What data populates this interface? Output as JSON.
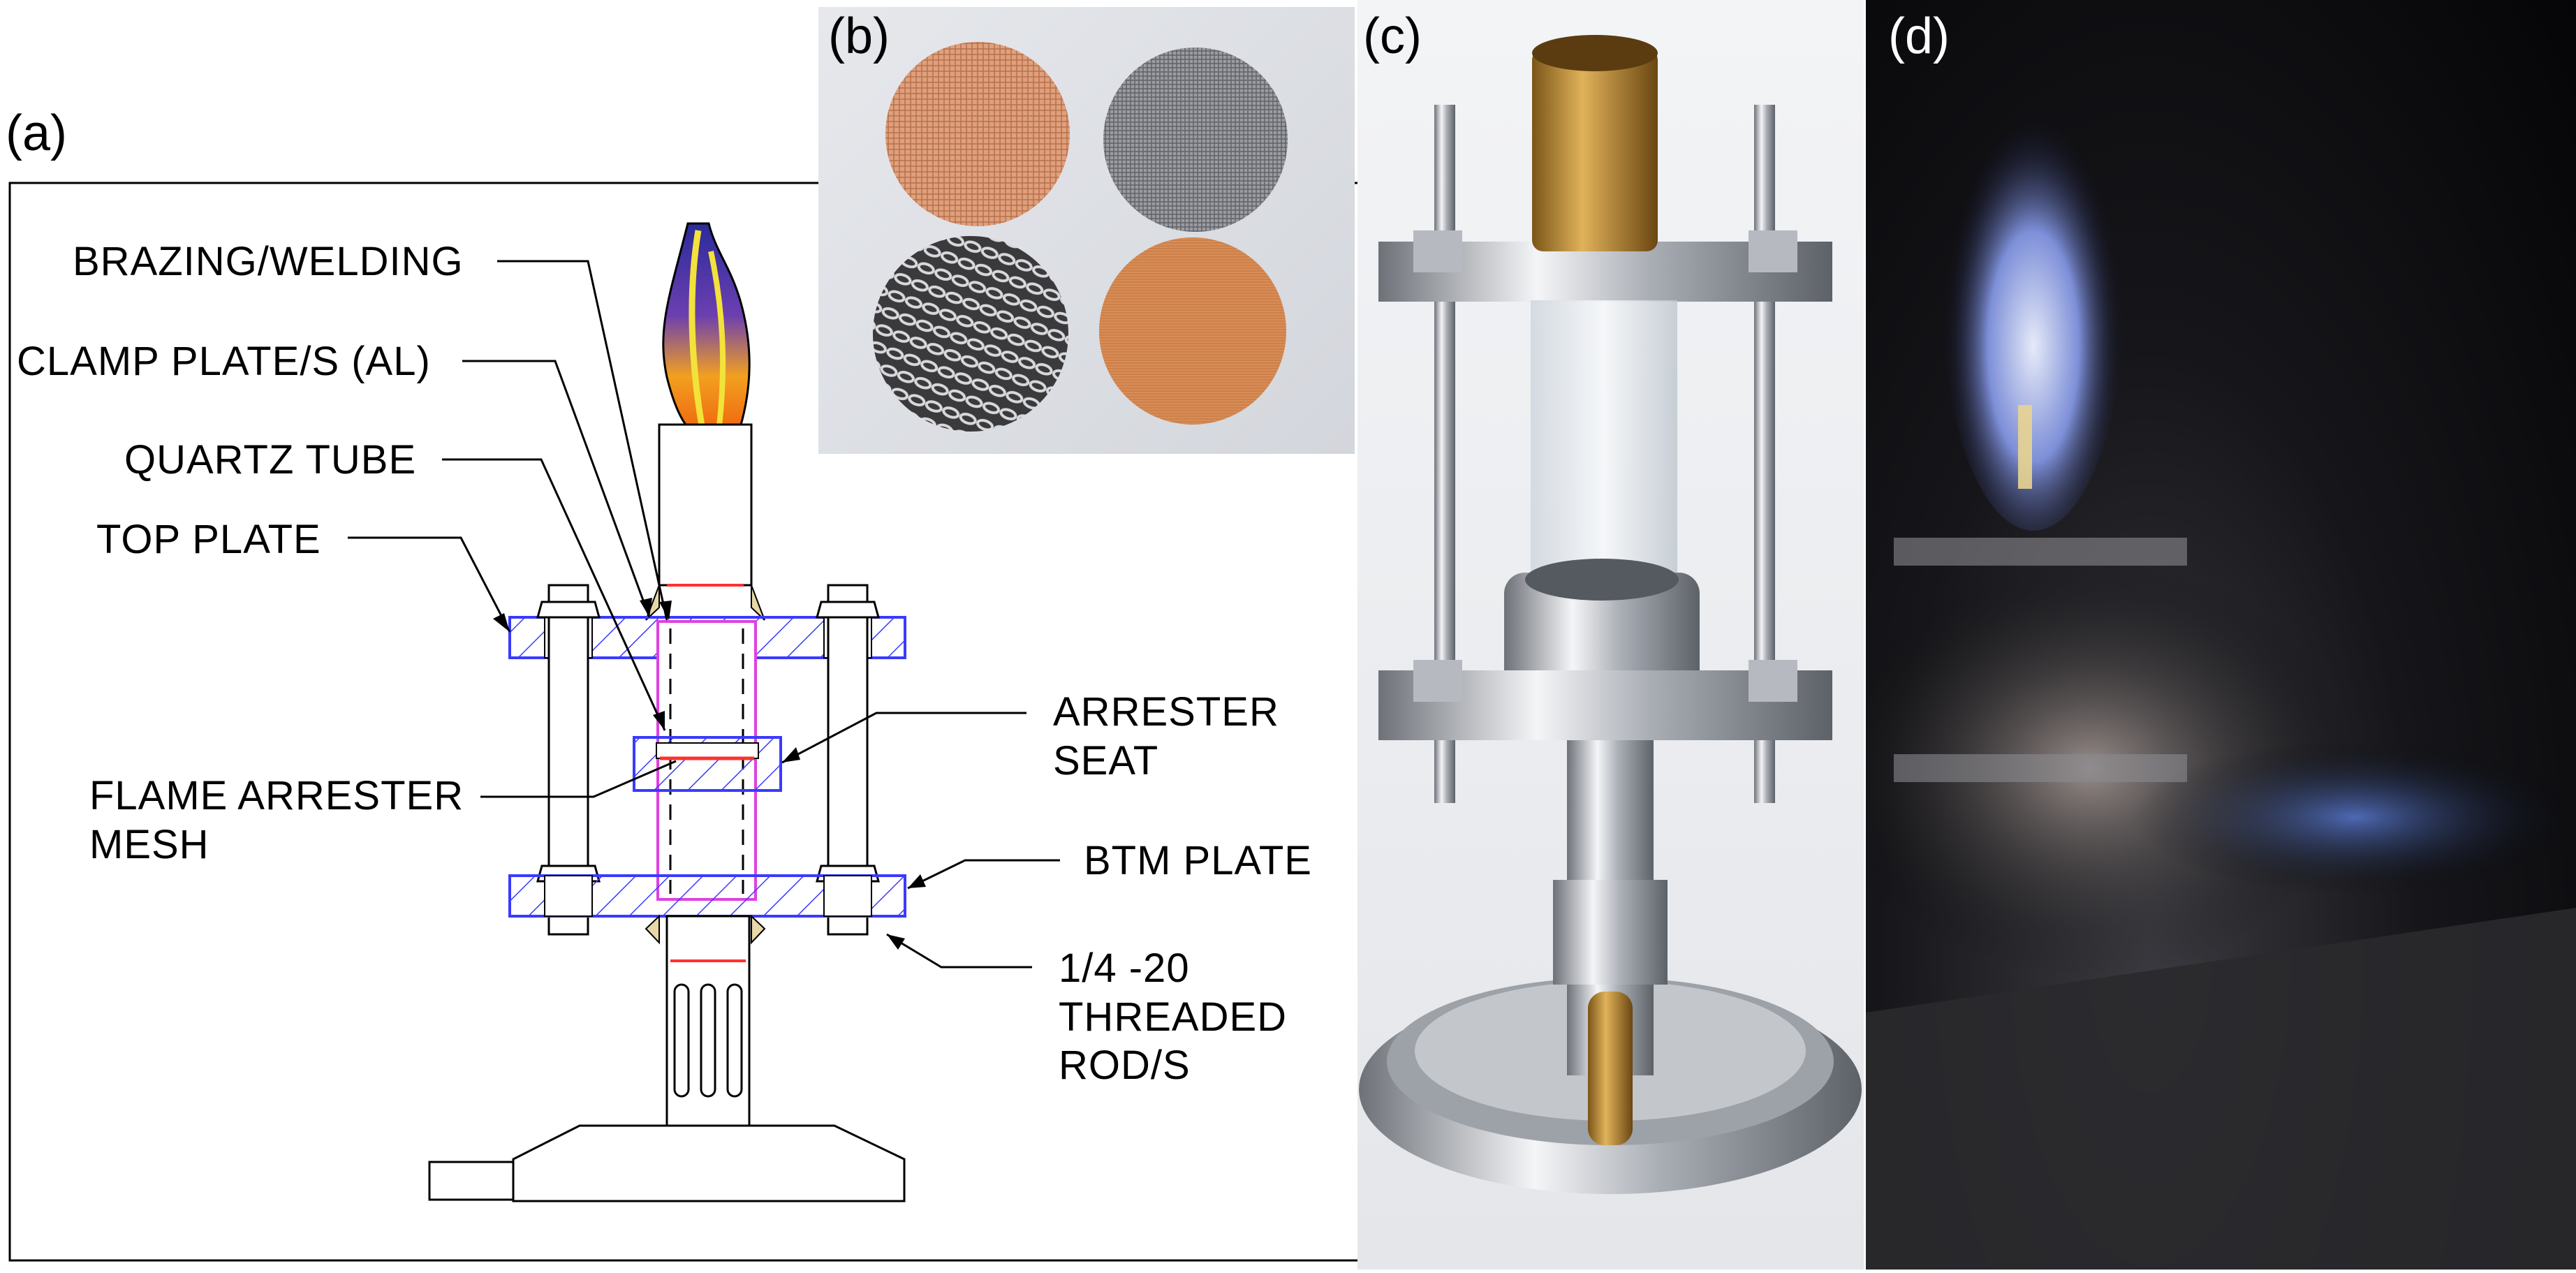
{
  "panels": {
    "a": {
      "label": "(a)"
    },
    "b": {
      "label": "(b)"
    },
    "c": {
      "label": "(c)"
    },
    "d": {
      "label": "(d)"
    }
  },
  "callouts": {
    "brazing": "BRAZING/WELDING",
    "clamp": "CLAMP PLATE/S (AL)",
    "quartz": "QUARTZ TUBE",
    "top_plate": "TOP PLATE",
    "arrester_seat_1": "ARRESTER",
    "arrester_seat_2": "SEAT",
    "mesh_1": "FLAME ARRESTER",
    "mesh_2": "MESH",
    "btm_plate": "BTM PLATE",
    "rod_1": "1/4 -20",
    "rod_2": "THREADED",
    "rod_3": "ROD/S"
  },
  "colors": {
    "plate_hatch": "#3a3aff",
    "quartz_outline": "#e040e0",
    "joint_line": "#ff3030",
    "copper_mesh": "#d9926a",
    "steel_mesh": "#8e9096",
    "chrome": "#c8ccd2",
    "brass": "#b8862e"
  }
}
